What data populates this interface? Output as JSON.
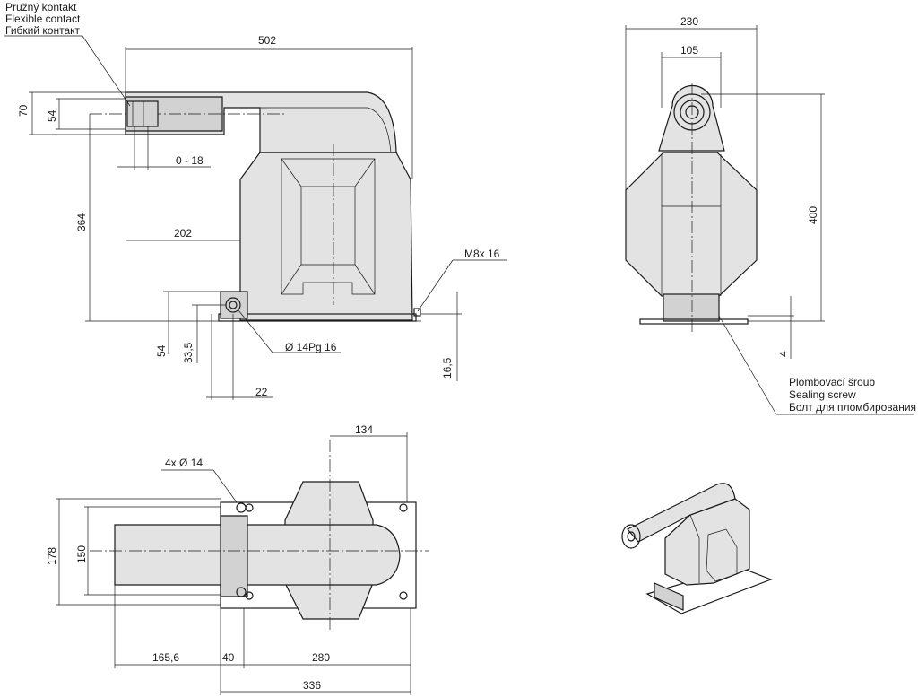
{
  "labels": {
    "flex_contact_cz": "Pružný kontakt",
    "flex_contact_en": "Flexible contact",
    "flex_contact_ru": "Гибкий контакт",
    "seal_cz": "Plombovací šroub",
    "seal_en": "Sealing screw",
    "seal_ru": "Болт для пломбирования",
    "bolt": "M8x 16",
    "terminal": "Ø 14Pg 16",
    "holes": "4x Ø 14"
  },
  "dims": {
    "d502": "502",
    "d70": "70",
    "d54_top": "54",
    "d0_18": "0 - 18",
    "d364": "364",
    "d202": "202",
    "d54_bottom": "54",
    "d33_5": "33,5",
    "d16_5": "16,5",
    "d22": "22",
    "d230": "230",
    "d105": "105",
    "d400": "400",
    "d4": "4",
    "d134": "134",
    "d178": "178",
    "d150": "150",
    "d165_6": "165,6",
    "d40": "40",
    "d280": "280",
    "d336": "336"
  }
}
